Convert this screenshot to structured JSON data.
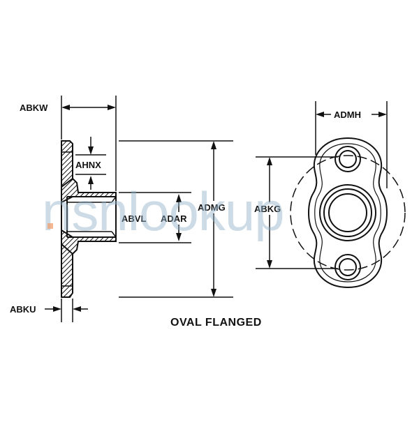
{
  "diagram": {
    "caption": "OVAL FLANGED",
    "labels": {
      "abkw": "ABKW",
      "ahnx": "AHNX",
      "abvl": "ABVL",
      "adar": "ADAR",
      "admg": "ADMG",
      "abku": "ABKU",
      "admh": "ADMH",
      "abkg": "ABKG"
    },
    "colors": {
      "line": "#111111",
      "watermark": "#8fb1c7",
      "watermark_dot": "#f0a070"
    }
  },
  "watermark": {
    "text": "nsnlookup"
  }
}
